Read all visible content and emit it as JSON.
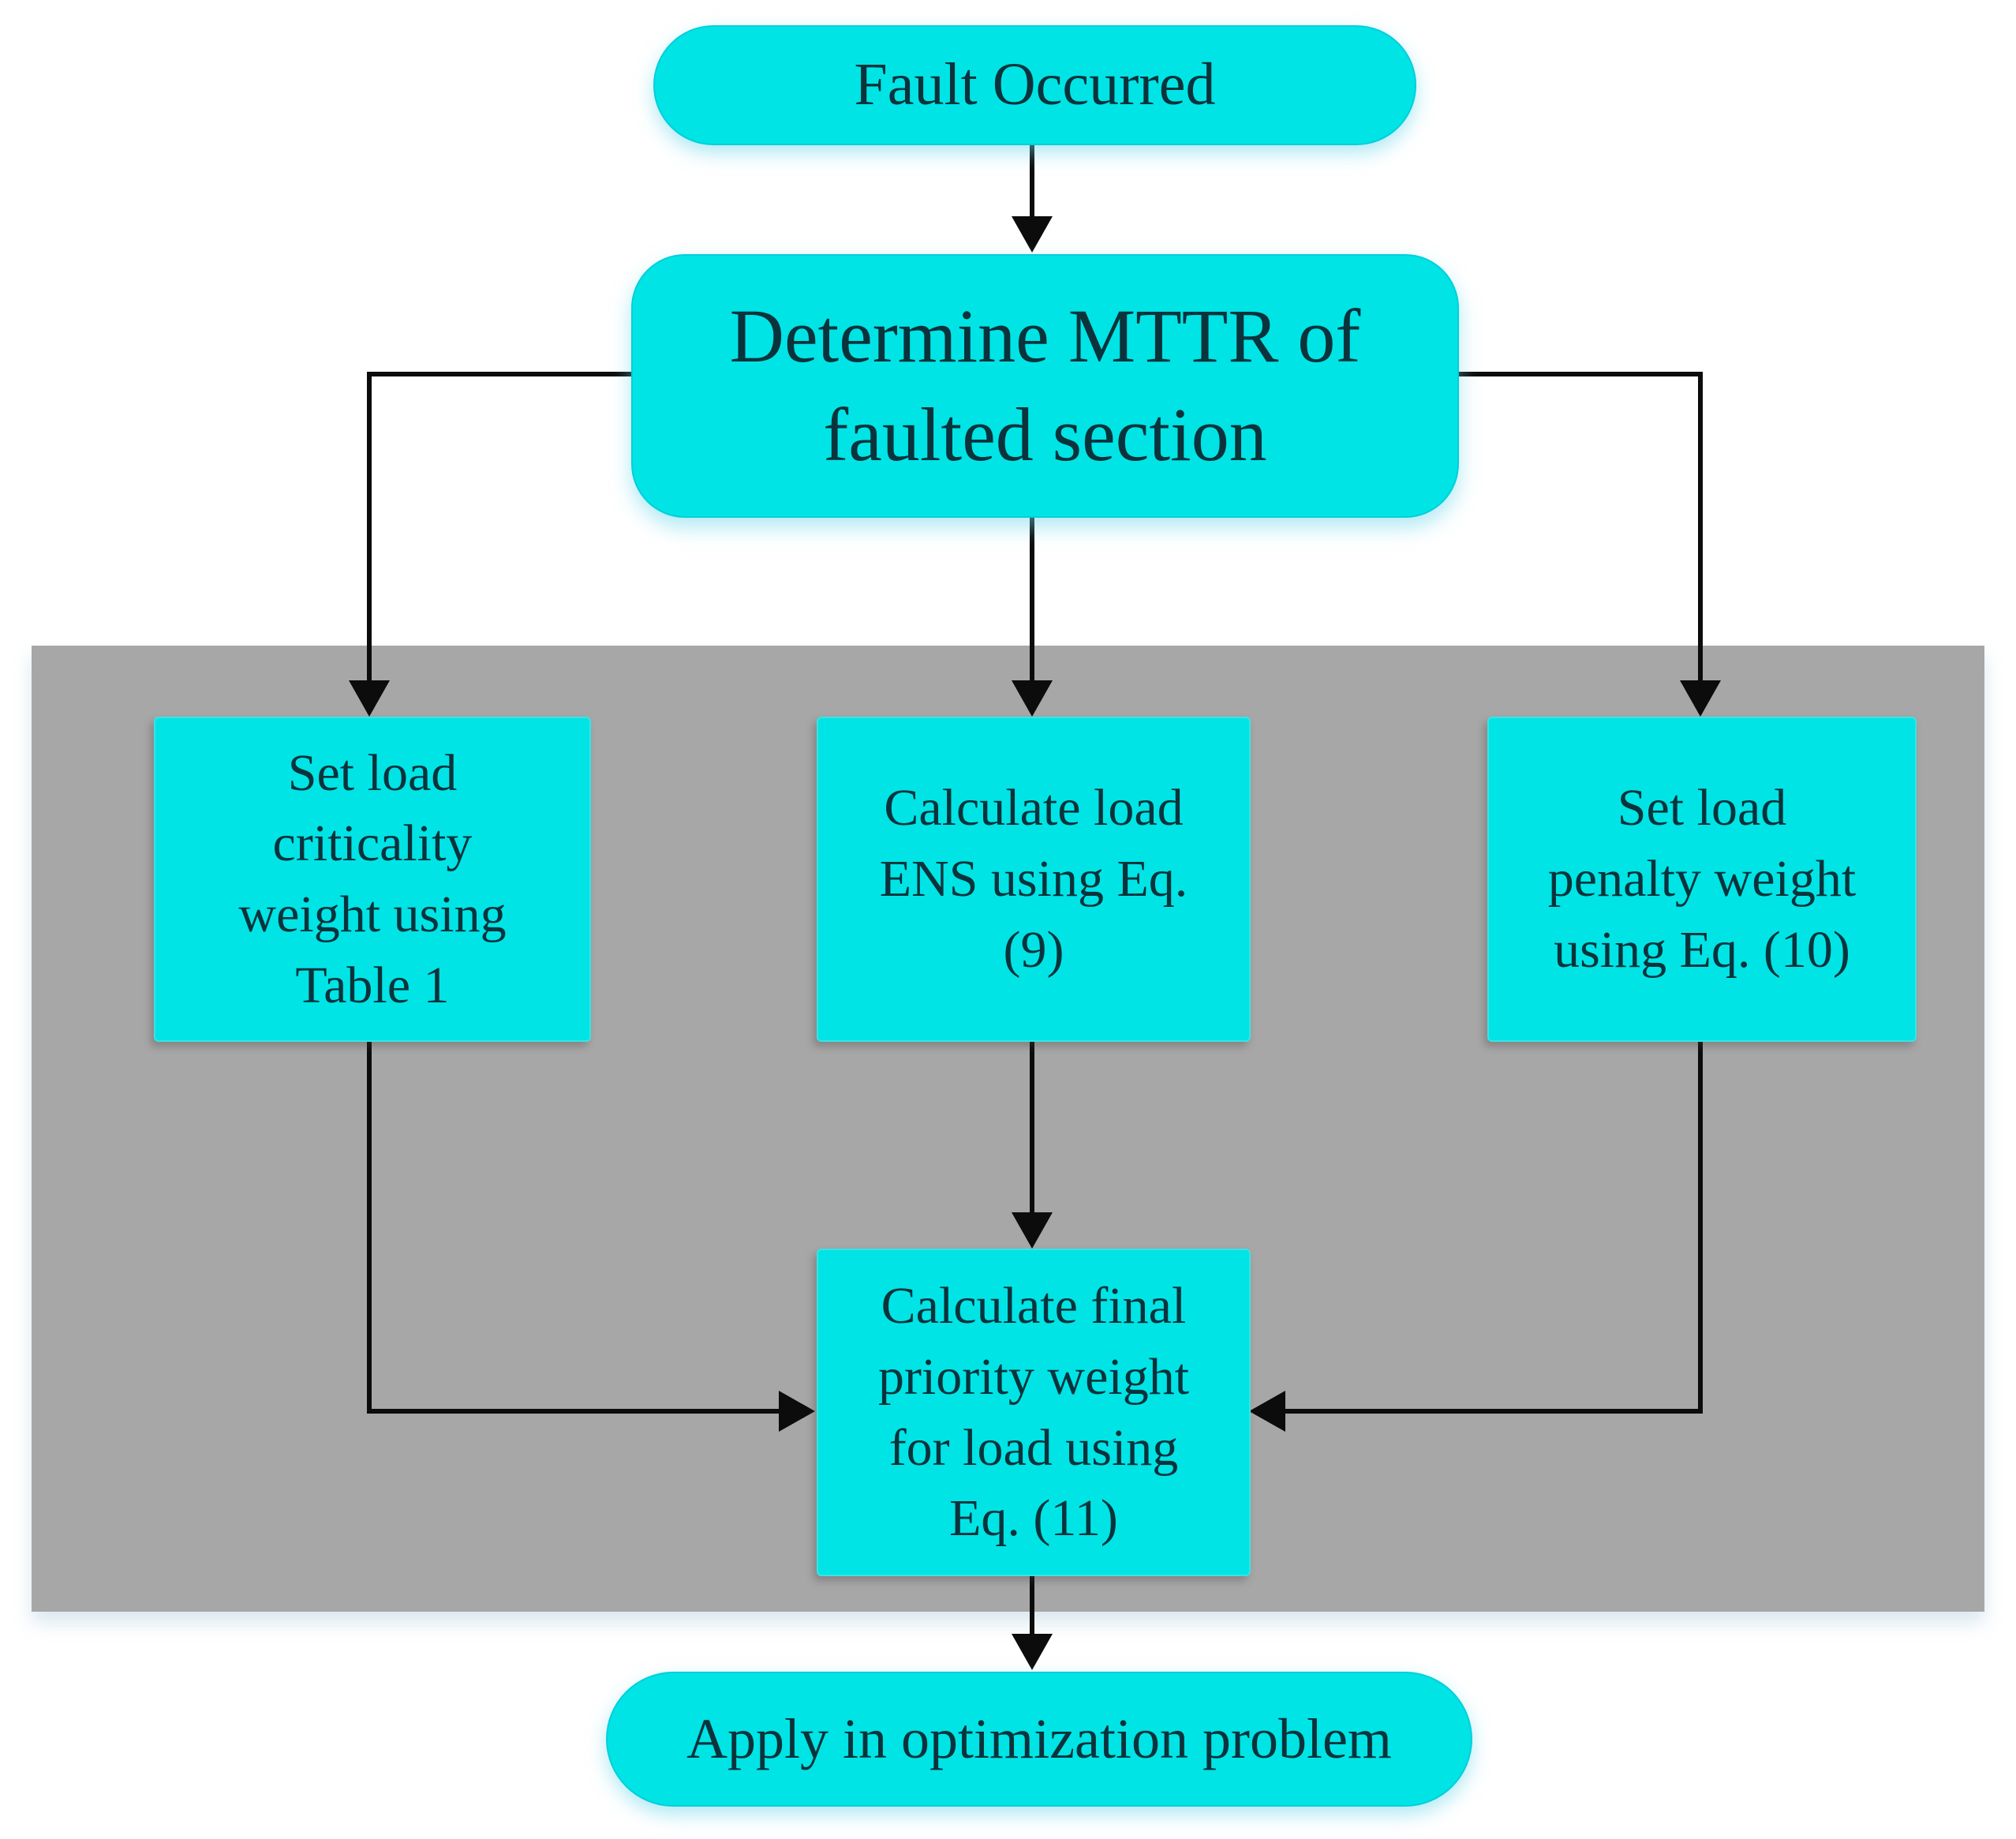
{
  "diagram": {
    "type": "flowchart",
    "colors": {
      "node_fill": "#00e4e6",
      "node_text": "#0a333b",
      "panel_background": "#a7a7a7",
      "page_background": "#ffffff",
      "connector": "#0c0c0c"
    },
    "nodes": {
      "fault": {
        "label": "Fault Occurred",
        "shape": "rounded-pill"
      },
      "mttr": {
        "label": "Determine MTTR of\nfaulted section",
        "shape": "rounded-rectangle"
      },
      "criticality": {
        "label": "Set load\ncriticality\nweight using\nTable 1",
        "shape": "rectangle"
      },
      "ens": {
        "label": "Calculate load\nENS using Eq.\n(9)",
        "shape": "rectangle"
      },
      "penalty": {
        "label": "Set load\npenalty weight\nusing Eq. (10)",
        "shape": "rectangle"
      },
      "final": {
        "label": "Calculate final\npriority weight\nfor load using\nEq. (11)",
        "shape": "rectangle"
      },
      "apply": {
        "label": "Apply in optimization problem",
        "shape": "rounded-pill"
      }
    },
    "edges": [
      {
        "from": "fault",
        "to": "mttr"
      },
      {
        "from": "mttr",
        "to": "criticality"
      },
      {
        "from": "mttr",
        "to": "ens"
      },
      {
        "from": "mttr",
        "to": "penalty"
      },
      {
        "from": "criticality",
        "to": "final"
      },
      {
        "from": "ens",
        "to": "final"
      },
      {
        "from": "penalty",
        "to": "final"
      },
      {
        "from": "final",
        "to": "apply"
      }
    ]
  }
}
